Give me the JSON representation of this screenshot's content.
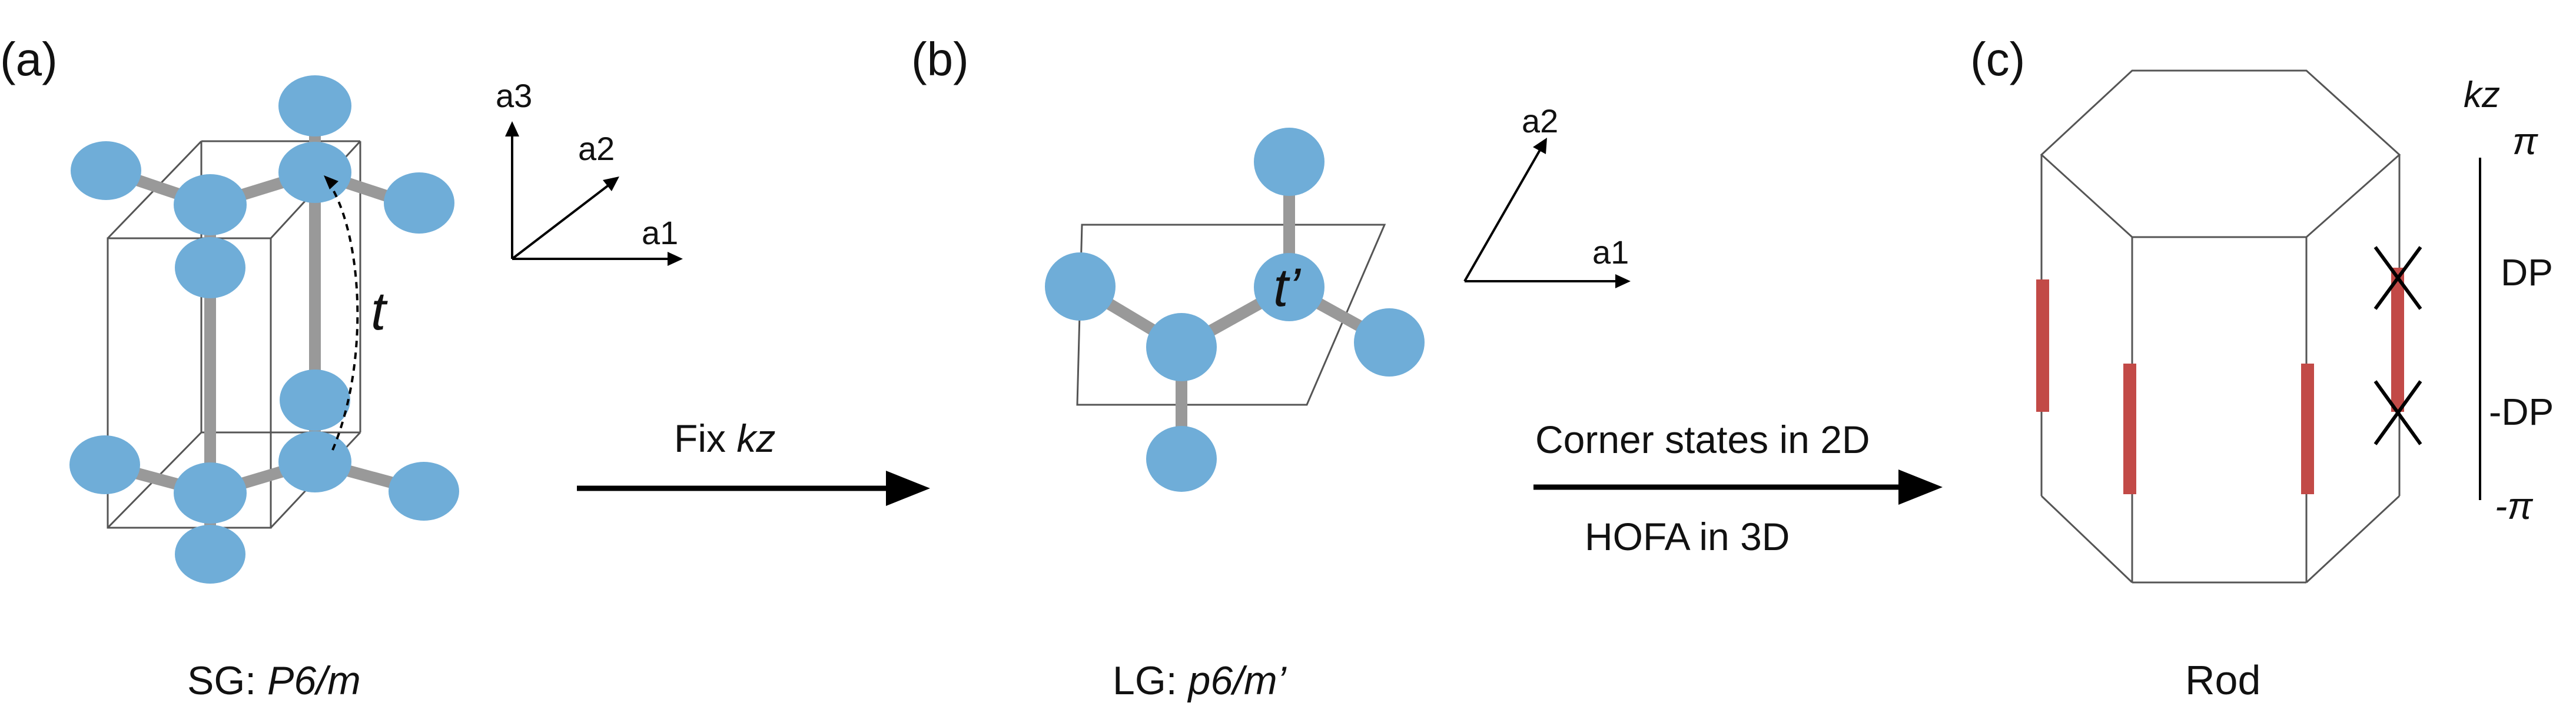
{
  "panels": {
    "a": {
      "label": "(a)",
      "hopping": "t",
      "axes": [
        "a3",
        "a2",
        "a1"
      ],
      "caption_prefix": "SG: ",
      "caption_group": "P6/m"
    },
    "b": {
      "label": "(b)",
      "hopping": "t’",
      "axes": [
        "a2",
        "a1"
      ],
      "caption_prefix": "LG: ",
      "caption_group": "p6/m’"
    },
    "c": {
      "label": "(c)",
      "caption": "Rod",
      "kz_label": "kz",
      "kz_ticks": [
        "π",
        "DP",
        "-DP",
        "-π"
      ]
    }
  },
  "arrows": {
    "first": {
      "label_prefix": "Fix ",
      "label_var": "kz"
    },
    "second": {
      "label_top": "Corner states in 2D",
      "label_bottom": "HOFA in 3D"
    }
  },
  "colors": {
    "atom": "#6fadd8",
    "bond": "#999999",
    "hinge": "#c24a47"
  }
}
